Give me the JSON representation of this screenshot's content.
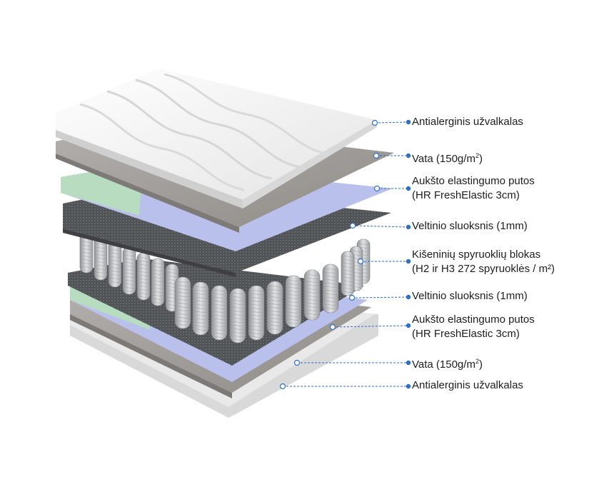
{
  "colors": {
    "cover": "#f2f2f2",
    "cotton": "#a39f9b",
    "foam_blue": "#b9c0ec",
    "foam_green": "#b7dcc0",
    "felt": "#55585b",
    "spring": "#c9cbcd",
    "leader_line": "#2f6fc4",
    "leader_dot": "#2f6fc4",
    "text": "#1d1d1d"
  },
  "layers": [
    {
      "id": "top-cover",
      "line1": "Antialerginis užvalkalas",
      "line2": "",
      "icon": "quilted-cover-layer"
    },
    {
      "id": "top-cotton",
      "line1": "Vata (150g/m",
      "sup": "2",
      "line1_end": ")",
      "line2": "",
      "icon": "cotton-layer"
    },
    {
      "id": "top-foam",
      "line1": "Aukšto elastingumo putos",
      "line2": "(HR FreshElastic 3cm)",
      "icon": "foam-layer"
    },
    {
      "id": "top-felt",
      "line1": "Veltinio sluoksnis (1mm)",
      "line2": "",
      "icon": "felt-layer"
    },
    {
      "id": "springs",
      "line1": "Kišeninių spyruoklių blokas",
      "line2": " (H2 ir H3 272 spyruoklės / m²)",
      "icon": "pocket-spring-block"
    },
    {
      "id": "bottom-felt",
      "line1": "Veltinio sluoksnis (1mm)",
      "line2": "",
      "icon": "felt-layer"
    },
    {
      "id": "bottom-foam",
      "line1": "Aukšto elastingumo putos",
      "line2": "(HR FreshElastic 3cm)",
      "icon": "foam-layer"
    },
    {
      "id": "bottom-cotton",
      "line1": "Vata (150g/m",
      "sup": "2",
      "line1_end": ")",
      "line2": "",
      "icon": "cotton-layer"
    },
    {
      "id": "bottom-cover",
      "line1": "Antialerginis užvalkalas",
      "line2": "",
      "icon": "cover-layer"
    }
  ]
}
